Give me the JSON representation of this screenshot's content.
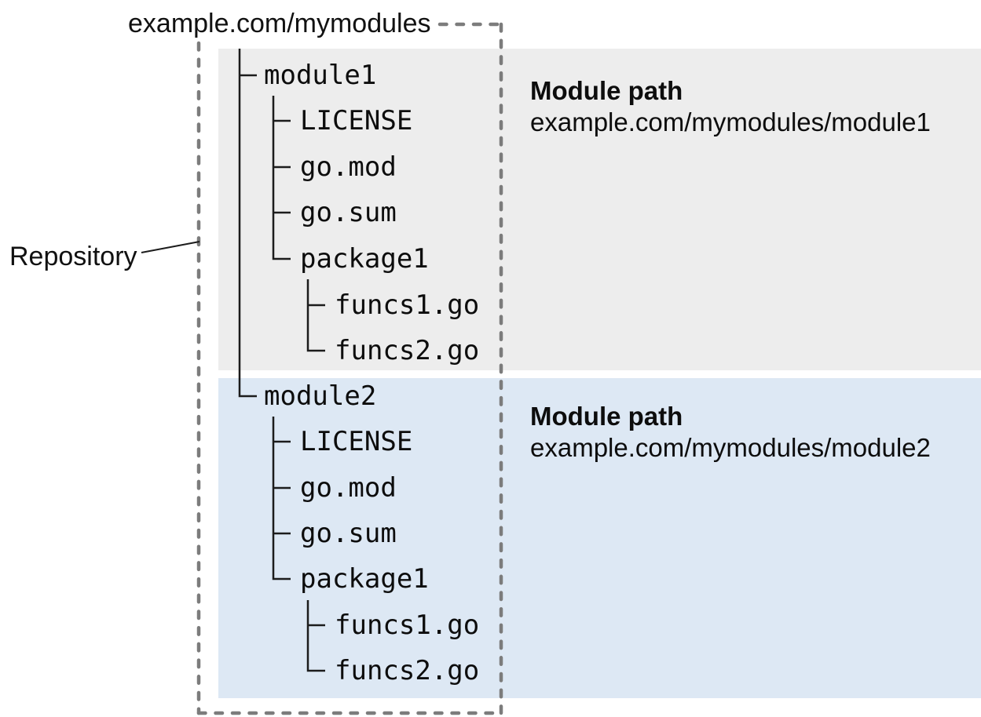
{
  "diagram": {
    "repo_label": "example.com/mymodules",
    "repository_caption": "Repository"
  },
  "modules": [
    {
      "name": "module1",
      "panel_heading": "Module path",
      "module_path": "example.com/mymodules/module1",
      "files": [
        "LICENSE",
        "go.mod",
        "go.sum",
        "package1",
        "funcs1.go",
        "funcs2.go"
      ],
      "bg_color": "#ededed"
    },
    {
      "name": "module2",
      "panel_heading": "Module path",
      "module_path": "example.com/mymodules/module2",
      "files": [
        "LICENSE",
        "go.mod",
        "go.sum",
        "package1",
        "funcs1.go",
        "funcs2.go"
      ],
      "bg_color": "#dde8f4"
    }
  ],
  "colors": {
    "module1_bg": "#ededed",
    "module2_bg": "#dde8f4",
    "tree_line": "#1c1c1c",
    "dotted_border": "#7c7c7c",
    "text": "#0d0d0d"
  }
}
